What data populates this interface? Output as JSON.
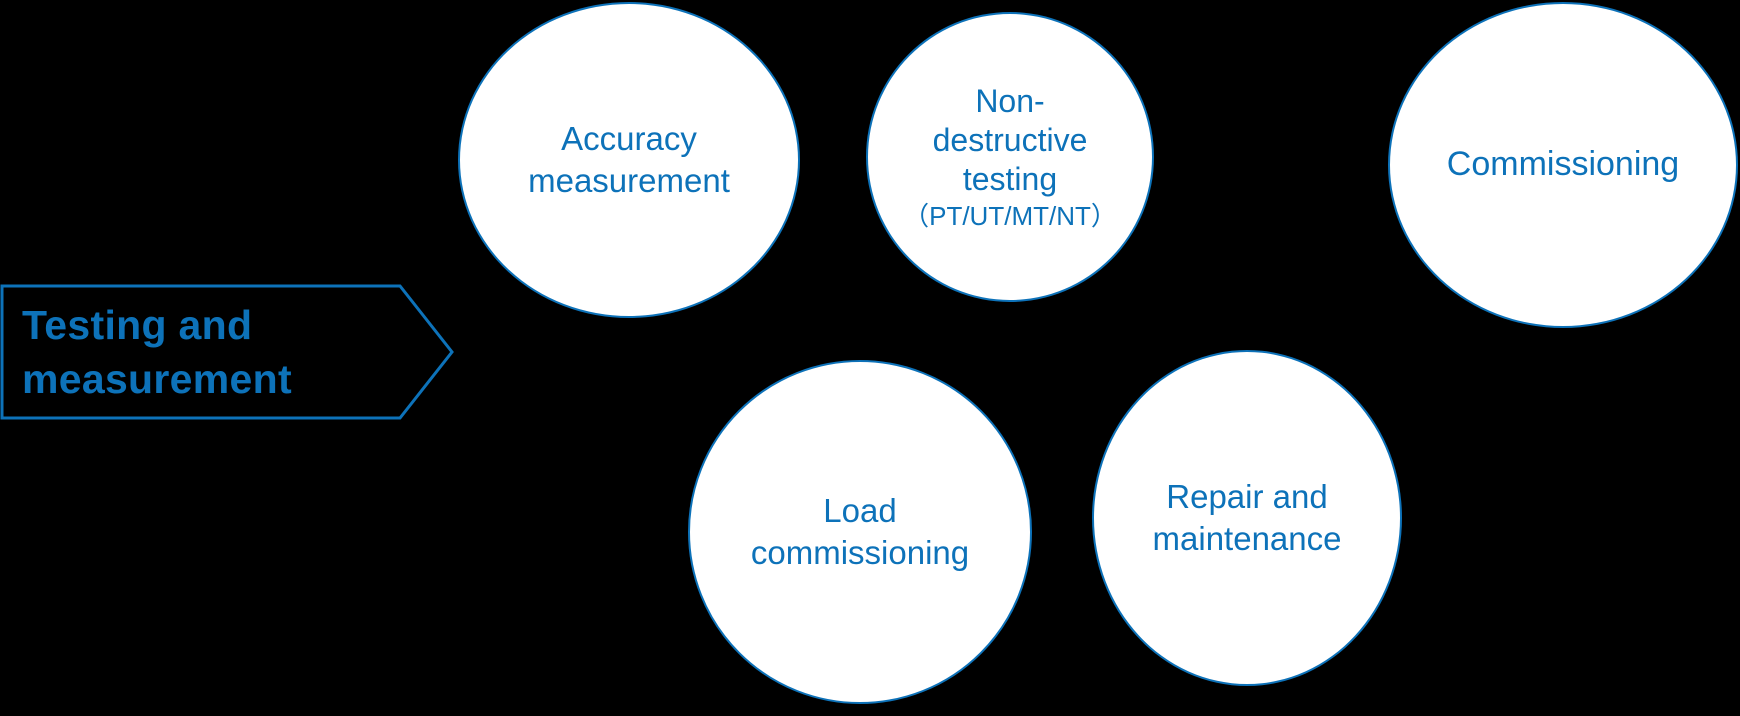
{
  "diagram": {
    "background_color": "#000000",
    "accent_color": "#0d72b9",
    "node_fill_color": "#ffffff",
    "banner": {
      "label": "Testing and\nmeasurement",
      "shape": "chevron-arrow-right"
    },
    "nodes": [
      {
        "id": "accuracy-measurement",
        "label": "Accuracy\nmeasurement",
        "sub": "",
        "row": "top"
      },
      {
        "id": "non-destructive-testing",
        "label": "Non-\ndestructive\ntesting",
        "sub": "（PT/UT/MT/NT）",
        "row": "top"
      },
      {
        "id": "commissioning",
        "label": "Commissioning",
        "sub": "",
        "row": "top"
      },
      {
        "id": "load-commissioning",
        "label": "Load\ncommissioning",
        "sub": "",
        "row": "bottom"
      },
      {
        "id": "repair-and-maintenance",
        "label": "Repair and\nmaintenance",
        "sub": "",
        "row": "bottom"
      }
    ]
  }
}
